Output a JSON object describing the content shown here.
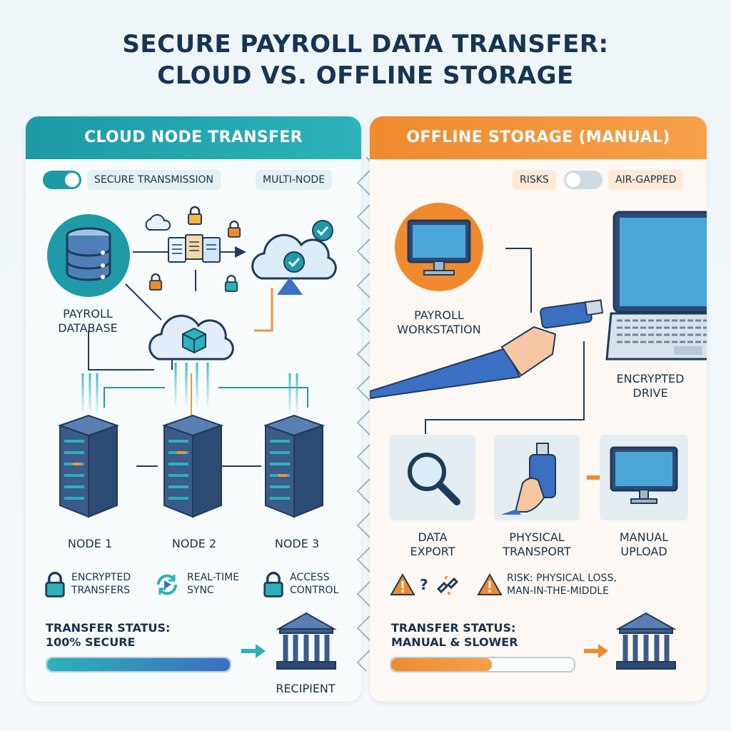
{
  "title_line1": "SECURE PAYROLL DATA TRANSFER:",
  "title_line2": "CLOUD VS. OFFLINE STORAGE",
  "cloud": {
    "header": "CLOUD NODE TRANSFER",
    "chip_secure": "SECURE TRANSMISSION",
    "chip_multinode": "MULTI-NODE",
    "database_label_1": "PAYROLL",
    "database_label_2": "DATABASE",
    "nodes": [
      "NODE 1",
      "NODE 2",
      "NODE 3"
    ],
    "features": [
      {
        "line1": "ENCRYPTED",
        "line2": "TRANSFERS",
        "icon": "padlock-icon"
      },
      {
        "line1": "REAL-TIME",
        "line2": "SYNC",
        "icon": "sync-icon"
      },
      {
        "line1": "ACCESS",
        "line2": "CONTROL",
        "icon": "padlock-icon"
      }
    ],
    "status_line1": "TRANSFER STATUS:",
    "status_line2": "100% SECURE",
    "progress": 1.0,
    "recipient": "RECIPIENT"
  },
  "offline": {
    "header": "OFFLINE STORAGE (MANUAL)",
    "chip_risks": "RISKS",
    "chip_airgapped": "AIR-GAPPED",
    "workstation_label_1": "PAYROLL",
    "workstation_label_2": "WORKSTATION",
    "drive_label_1": "ENCRYPTED",
    "drive_label_2": "DRIVE",
    "steps": [
      {
        "line1": "DATA",
        "line2": "EXPORT",
        "icon": "magnifier-icon"
      },
      {
        "line1": "PHYSICAL",
        "line2": "TRANSPORT",
        "icon": "usb-drive-icon"
      },
      {
        "line1": "MANUAL",
        "line2": "UPLOAD",
        "icon": "monitor-icon"
      }
    ],
    "risk_line1": "RISK: PHYSICAL LOSS,",
    "risk_line2": "MAN-IN-THE-MIDDLE",
    "status_line1": "TRANSFER STATUS:",
    "status_line2": "MANUAL & SLOWER",
    "progress": 0.55
  },
  "colors": {
    "teal": "#1c9aa6",
    "orange": "#f08a2e",
    "navy": "#173453",
    "server": "#3a5d8a"
  }
}
